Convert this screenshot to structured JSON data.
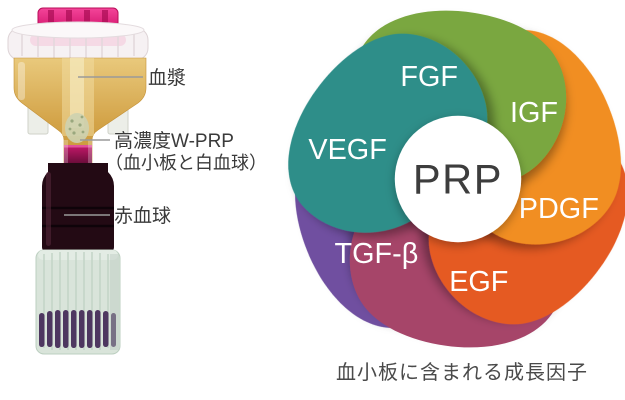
{
  "device": {
    "labels": {
      "plasma": "血漿",
      "wprp_line1": "高濃度W-PRP",
      "wprp_line2": "（血小板と白血球）",
      "rbc": "赤血球"
    },
    "colors": {
      "cap_pink": "#e81878",
      "plasma_amber": "#d9ab52",
      "rbc_dark": "#230a14",
      "base_pale": "#d9e4da",
      "base_purple": "#4e3760"
    }
  },
  "flower": {
    "center_label": "PRP",
    "center_text_color": "#3d3d3d",
    "petals": [
      {
        "name": "FGF",
        "color": "#7aa73f"
      },
      {
        "name": "IGF",
        "color": "#f18e20"
      },
      {
        "name": "PDGF",
        "color": "#e55a23"
      },
      {
        "name": "EGF",
        "color": "#a64469"
      },
      {
        "name": "TGF-β",
        "color": "#6f4fa0"
      },
      {
        "name": "VEGF",
        "color": "#2e8e89"
      }
    ],
    "caption": "血小板に含まれる成長因子"
  }
}
